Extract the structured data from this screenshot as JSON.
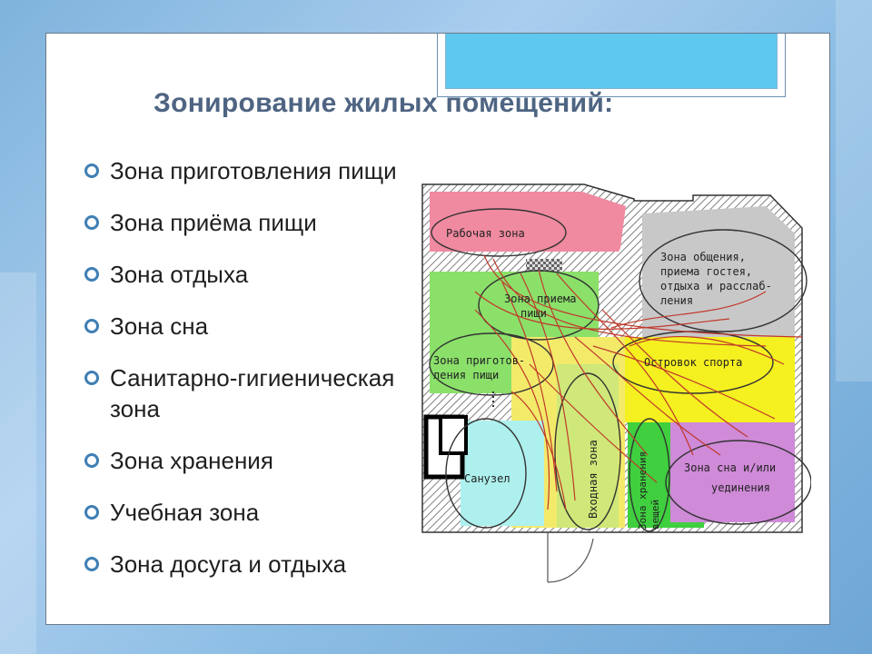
{
  "title": "Зонирование жилых помещений:",
  "bullets": [
    {
      "label": "Зона приготовления пищи"
    },
    {
      "label": "Зона приёма пищи"
    },
    {
      "label": "Зона отдыха"
    },
    {
      "label": "Зона сна"
    },
    {
      "label": "Санитарно-гигиеническая зона"
    },
    {
      "label": "Зона хранения"
    },
    {
      "label": "Учебная зона"
    },
    {
      "label": "Зона досуга и отдыха"
    }
  ],
  "plan": {
    "work_zone": "Рабочая зона",
    "meal_zone_line1": "Зона приема",
    "meal_zone_line2": "пищи",
    "cooking_zone_line1": "Зона приготов-",
    "cooking_zone_line2": "ления пищи",
    "social_zone_line1": "Зона общения,",
    "social_zone_line2": "приема гостея,",
    "social_zone_line3": "отдыха и расслаб-",
    "social_zone_line4": "ления",
    "sport_zone": "Островок спорта",
    "bathroom": "Санузел",
    "entry_zone": "Входная зона",
    "storage_zone_line1": "Зона хранения",
    "storage_zone_line2": "вещей",
    "sleep_zone_line1": "Зона сна и/или",
    "sleep_zone_line2": "уединения"
  },
  "colors": {
    "title": "#4e6482",
    "bullet": "#3f7fb4",
    "kitchen_pink": "#f08aa0",
    "green": "#8be06a",
    "gray": "#c8c8c8",
    "yellow": "#f5f020",
    "cyan": "#aef0ee",
    "lime": "#3fcf3f",
    "violet": "#cf8ad8"
  }
}
